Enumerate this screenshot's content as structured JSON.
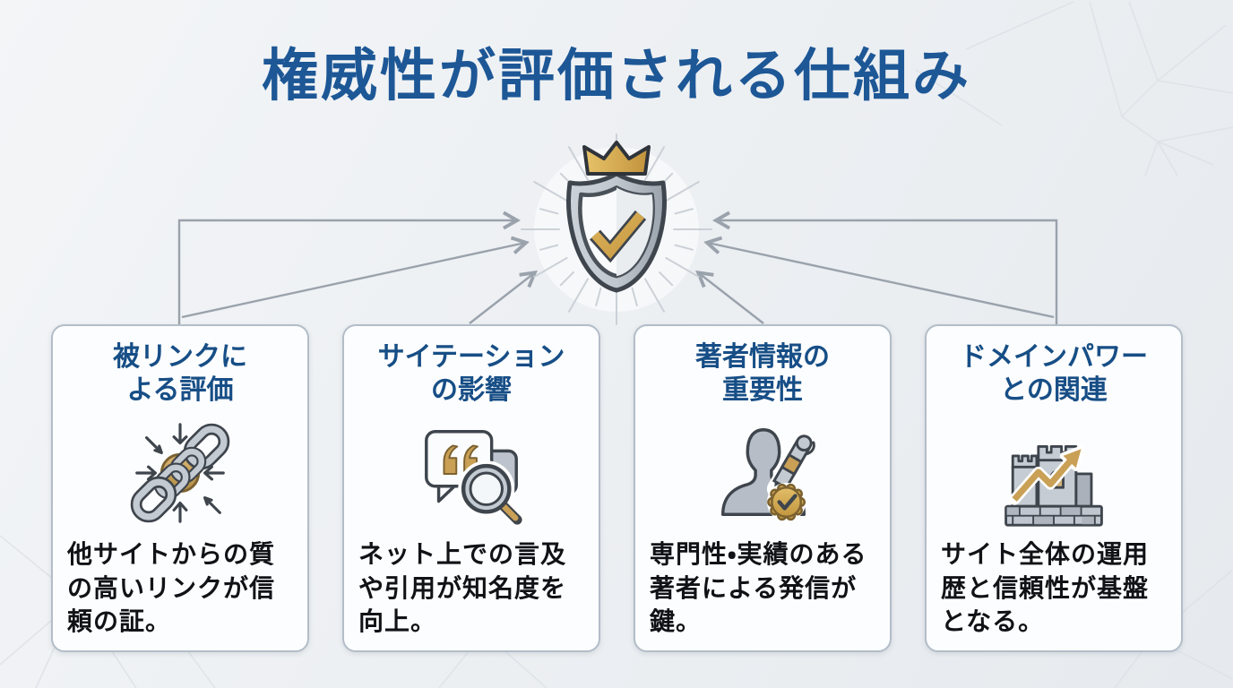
{
  "page": {
    "title": "権威性が評価される仕組み"
  },
  "colors": {
    "title_blue": "#1d5796",
    "card_title_blue": "#174e86",
    "body_text": "#101215",
    "gold_accent": "#c9a055",
    "connector_gray": "#9aa2ac",
    "card_border": "#b3bdc8",
    "outline_dark": "#3f454d",
    "background": "#edf0f3"
  },
  "emblem": {
    "icon": "crowned-shield-check-icon"
  },
  "cards": [
    {
      "id": "backlinks",
      "title_line1": "被リンクに",
      "title_line2": "よる評価",
      "icon": "inbound-link-chain-icon",
      "body": "他サイトからの質の高いリンクが信頼の証。"
    },
    {
      "id": "citations",
      "title_line1": "サイテーション",
      "title_line2": "の影響",
      "icon": "citation-quote-search-icon",
      "body": "ネット上での言及や引用が知名度を向上。"
    },
    {
      "id": "author",
      "title_line1": "著者情報の",
      "title_line2": "重要性",
      "icon": "author-pen-badge-icon",
      "body": "専門性・実績のある著者による発信が鍵。"
    },
    {
      "id": "domain-power",
      "title_line1": "ドメインパワー",
      "title_line2": "との関連",
      "icon": "domain-power-castle-icon",
      "body": "サイト全体の運用歴と信頼性が基盤となる。"
    }
  ]
}
